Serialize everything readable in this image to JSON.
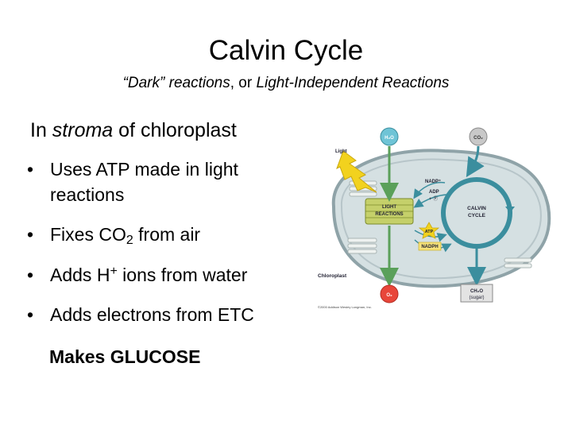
{
  "slide": {
    "title": "Calvin Cycle",
    "subtitle": {
      "part1": "“Dark” reactions",
      "part2": ", or ",
      "part3": "Light-Independent Reactions"
    },
    "lead": {
      "prefix": "In ",
      "emphasis": "stroma",
      "suffix": " of chloroplast"
    },
    "bullets": {
      "b1": {
        "text": "Uses ATP made in light reactions"
      },
      "b2": {
        "pre": "Fixes CO",
        "sub": "2",
        "post": " from air"
      },
      "b3": {
        "pre": "Adds H",
        "sup": "+",
        "post": " ions from water"
      },
      "b4": {
        "text": "Adds electrons from ETC"
      }
    },
    "bullet_symbol": "•",
    "conclusion": "Makes GLUCOSE"
  },
  "diagram": {
    "h2o": "H₂O",
    "co2": "CO₂",
    "light": "Light",
    "nadp": "NADP⁺",
    "adp": "ADP",
    "pi": "+ Ⓟ",
    "light_reactions_1": "LIGHT",
    "light_reactions_2": "REACTIONS",
    "calvin_1": "CALVIN",
    "calvin_2": "CYCLE",
    "atp": "ATP",
    "nadph": "NADPH",
    "chloroplast": "Chloroplast",
    "o2": "O₂",
    "ch2o": "CH₂O",
    "sugar": "(sugar)",
    "copyright": "©2000 Addison Wesley Longman, Inc.",
    "colors": {
      "stroma": "#d5e0e2",
      "membrane": "#8fa3a8",
      "grana": "#c5d06a",
      "h2o_circle": "#6fc4d6",
      "co2_circle": "#c8c8c8",
      "o2_circle": "#e8463a",
      "cycle_arrow": "#3b8e9e",
      "atp_star": "#f2d21e"
    }
  }
}
